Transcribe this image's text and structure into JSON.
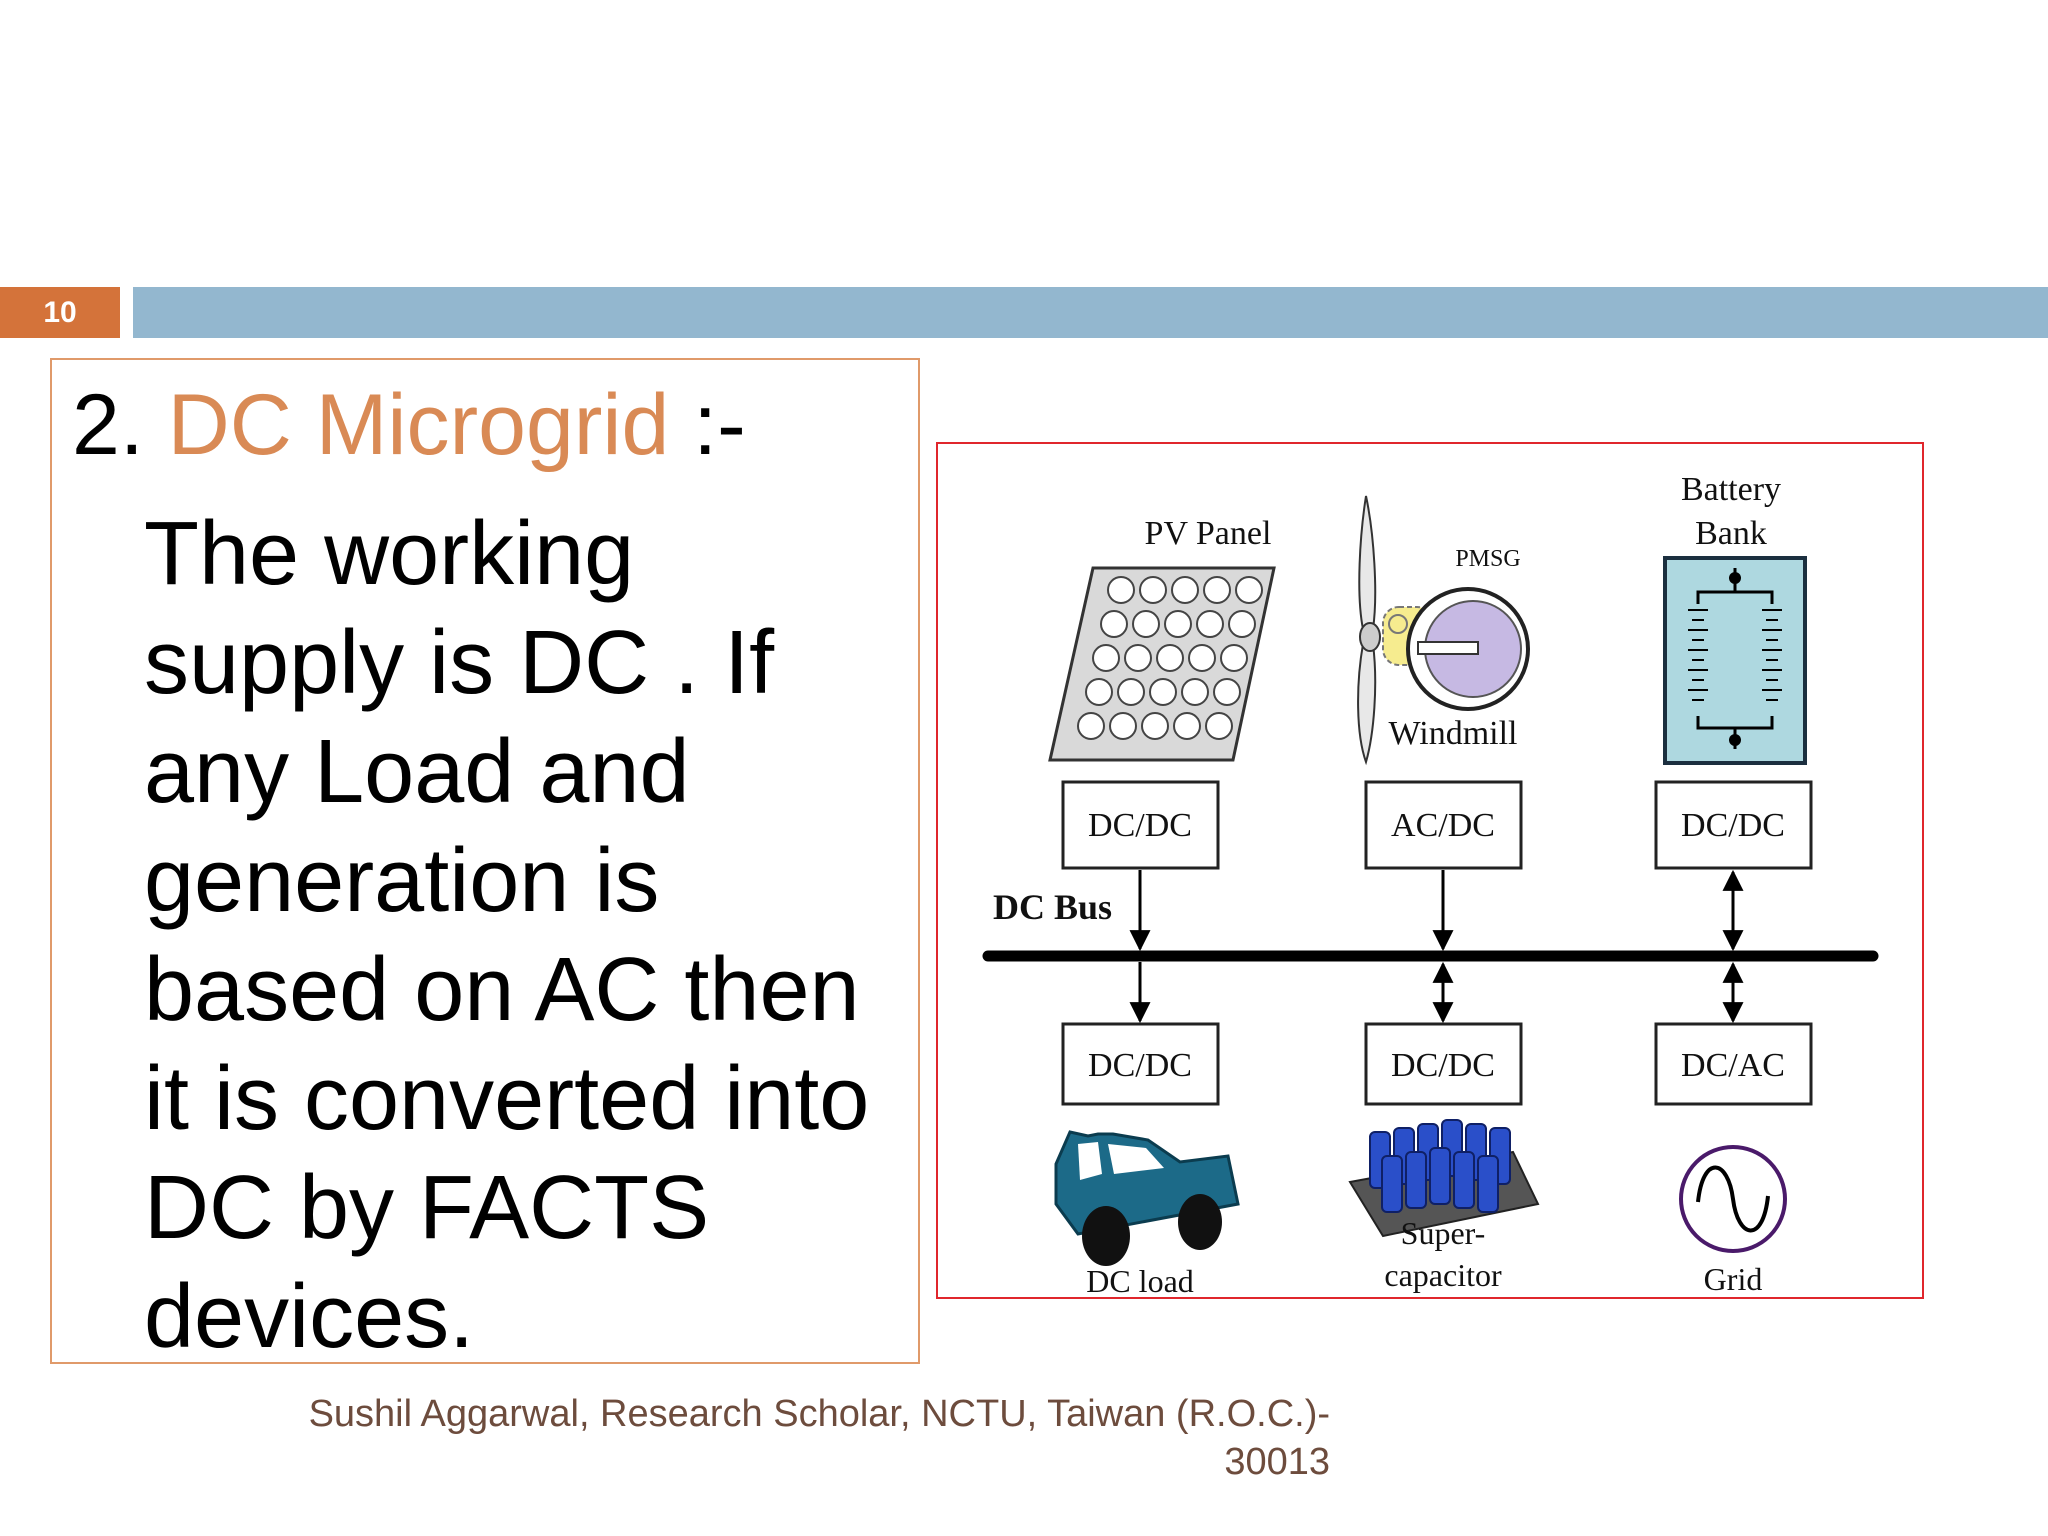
{
  "slide": {
    "number": "10",
    "heading_number": "2. ",
    "heading_highlight": "DC Microgrid",
    "heading_suffix": " :-",
    "body": "The working supply is DC . If any Load and generation is based on AC then it is converted into DC by FACTS devices."
  },
  "colors": {
    "accent": "#d4733a",
    "bar": "#93b7cf",
    "heading": "#d98a55",
    "frame": "#e0262c",
    "footer": "#6d4c3d"
  },
  "diagram": {
    "sources": {
      "pv_panel": "PV Panel",
      "pmsg": "PMSG",
      "windmill": "Windmill",
      "battery_line1": "Battery",
      "battery_line2": "Bank"
    },
    "converters_top": [
      "DC/DC",
      "AC/DC",
      "DC/DC"
    ],
    "bus": "DC Bus",
    "converters_bottom": [
      "DC/DC",
      "DC/DC",
      "DC/AC"
    ],
    "loads": {
      "dc_load": "DC load",
      "supercap_line1": "Super-",
      "supercap_line2": "capacitor",
      "grid": "Grid"
    }
  },
  "footer": {
    "line1": "Sushil Aggarwal, Research Scholar, NCTU, Taiwan (R.O.C.)-",
    "line2": "30013"
  }
}
